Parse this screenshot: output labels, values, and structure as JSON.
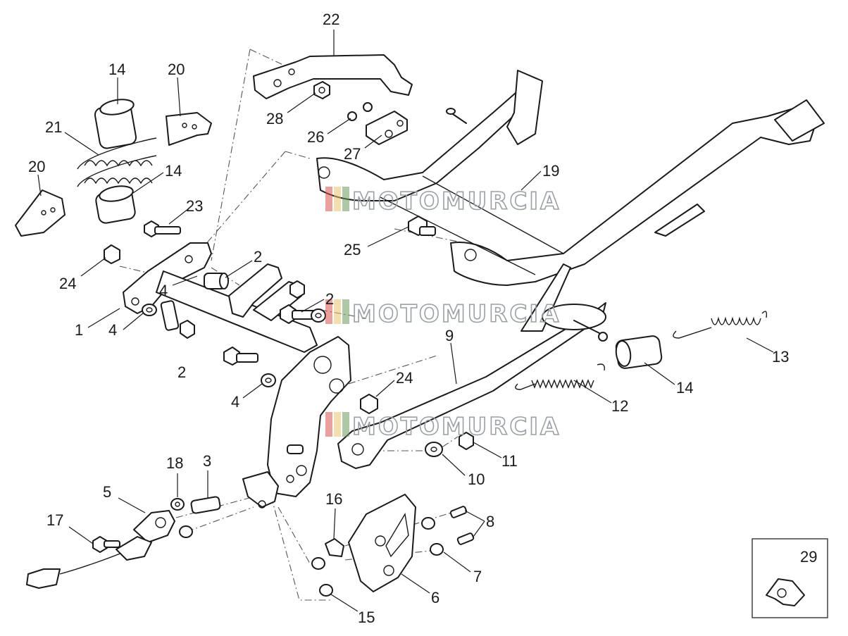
{
  "callouts": [
    {
      "id": "c22",
      "text": "22"
    },
    {
      "id": "c14a",
      "text": "14"
    },
    {
      "id": "c20a",
      "text": "20"
    },
    {
      "id": "c21",
      "text": "21"
    },
    {
      "id": "c20b",
      "text": "20"
    },
    {
      "id": "c14b",
      "text": "14"
    },
    {
      "id": "c28",
      "text": "28"
    },
    {
      "id": "c26",
      "text": "26"
    },
    {
      "id": "c27",
      "text": "27"
    },
    {
      "id": "c19",
      "text": "19"
    },
    {
      "id": "c23",
      "text": "23"
    },
    {
      "id": "c25",
      "text": "25"
    },
    {
      "id": "c24a",
      "text": "24"
    },
    {
      "id": "c2a",
      "text": "2"
    },
    {
      "id": "c4a",
      "text": "4"
    },
    {
      "id": "c2b",
      "text": "2"
    },
    {
      "id": "c1",
      "text": "1"
    },
    {
      "id": "c4b",
      "text": "4"
    },
    {
      "id": "c9",
      "text": "9"
    },
    {
      "id": "c13",
      "text": "13"
    },
    {
      "id": "c2c",
      "text": "2"
    },
    {
      "id": "c24b",
      "text": "24"
    },
    {
      "id": "c14c",
      "text": "14"
    },
    {
      "id": "c4c",
      "text": "4"
    },
    {
      "id": "c12",
      "text": "12"
    },
    {
      "id": "c18",
      "text": "18"
    },
    {
      "id": "c3",
      "text": "3"
    },
    {
      "id": "c11",
      "text": "11"
    },
    {
      "id": "c10",
      "text": "10"
    },
    {
      "id": "c5",
      "text": "5"
    },
    {
      "id": "c16",
      "text": "16"
    },
    {
      "id": "c17",
      "text": "17"
    },
    {
      "id": "c8",
      "text": "8"
    },
    {
      "id": "c29",
      "text": "29"
    },
    {
      "id": "c7",
      "text": "7"
    },
    {
      "id": "c6",
      "text": "6"
    },
    {
      "id": "c15",
      "text": "15"
    }
  ],
  "watermark": {
    "text": "MOTOMURCIA"
  },
  "colors": {
    "line": "#1a1a1a",
    "watermark_red": "#d9534f",
    "watermark_yellow": "#e9c46a",
    "watermark_green": "#6c9a5e",
    "watermark_text": "#9aa0a6"
  }
}
